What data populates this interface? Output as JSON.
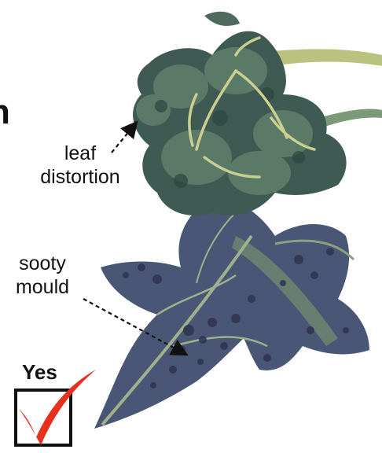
{
  "header": {
    "title_fragment": "h"
  },
  "annotations": {
    "leaf_distortion": {
      "line1": "leaf",
      "line2": "distortion"
    },
    "sooty_mould": {
      "line1": "sooty",
      "line2": "mould"
    }
  },
  "verdict": {
    "label": "Yes",
    "checked": true
  },
  "colors": {
    "leaf_dark": "#3f5a52",
    "leaf_mid": "#5f7d6a",
    "vein": "#c9cf8e",
    "mould": "#4a4f70",
    "check": "#e8301f",
    "ink": "#111111"
  }
}
